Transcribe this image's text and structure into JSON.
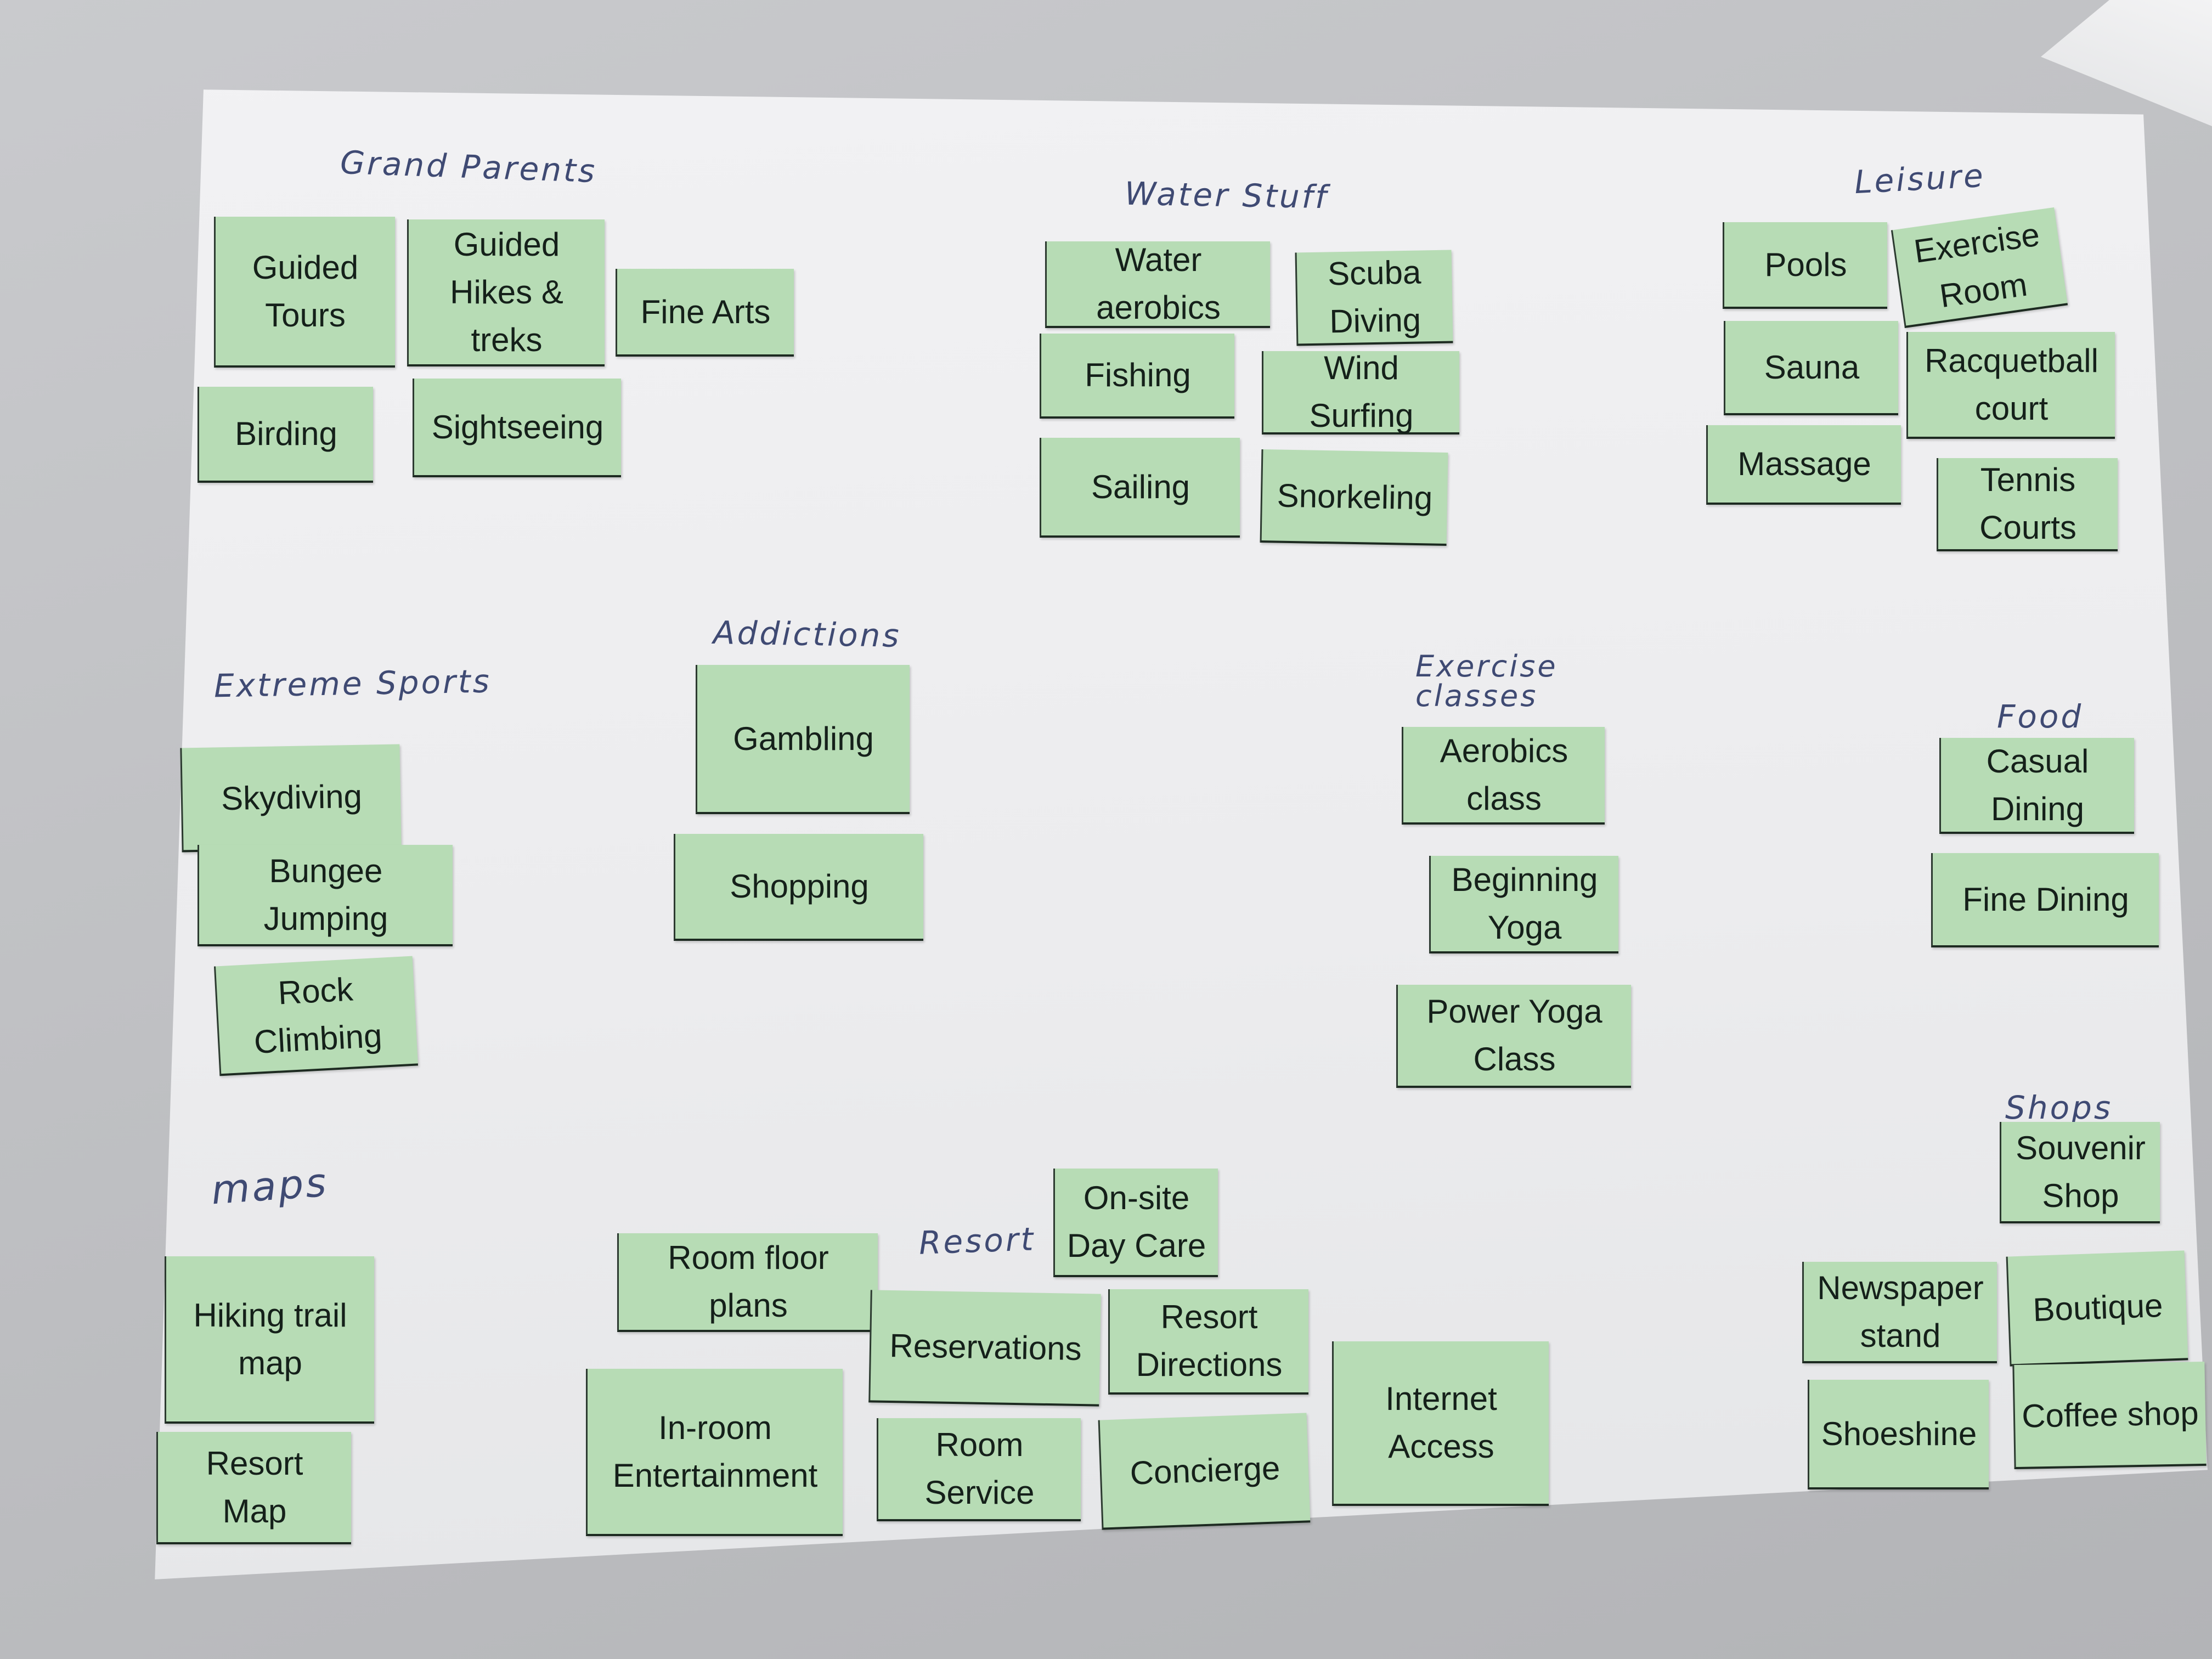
{
  "colors": {
    "card": "#b7dcb5",
    "paper": "#ededef",
    "ink": "#3f4a73"
  },
  "groups": {
    "grandparents": {
      "heading": "Grand Parents",
      "cards": [
        "Guided\nTours",
        "Guided\nHikes &\ntreks",
        "Fine Arts",
        "Birding",
        "Sightseeing"
      ]
    },
    "water": {
      "heading": "Water Stuff",
      "cards": [
        "Water\naerobics",
        "Scuba\nDiving",
        "Fishing",
        "Wind\nSurfing",
        "Sailing",
        "Snorkeling"
      ]
    },
    "leisure": {
      "heading": "Leisure",
      "cards": [
        "Pools",
        "Exercise\nRoom",
        "Sauna",
        "Racquetball\ncourt",
        "Massage",
        "Tennis\nCourts"
      ]
    },
    "extreme": {
      "heading": "Extreme Sports",
      "cards": [
        "Skydiving",
        "Bungee\nJumping",
        "Rock\nClimbing"
      ]
    },
    "addictions": {
      "heading": "Addictions",
      "cards": [
        "Gambling",
        "Shopping"
      ]
    },
    "exercise": {
      "heading": "Exercise\nclasses",
      "cards": [
        "Aerobics\nclass",
        "Beginning\nYoga",
        "Power Yoga\nClass"
      ]
    },
    "food": {
      "heading": "Food",
      "cards": [
        "Casual\nDining",
        "Fine Dining"
      ]
    },
    "maps": {
      "heading": "maps",
      "cards": [
        "Hiking trail\nmap",
        "Resort\nMap"
      ]
    },
    "resort": {
      "heading": "Resort",
      "cards": [
        "Room floor\nplans",
        "On-site\nDay Care",
        "Reservations",
        "Resort\nDirections",
        "In-room\nEntertainment",
        "Room\nService",
        "Concierge",
        "Internet\nAccess"
      ]
    },
    "shops": {
      "heading": "Shops",
      "cards": [
        "Souvenir\nShop",
        "Newspaper\nstand",
        "Boutique",
        "Shoeshine",
        "Coffee shop"
      ]
    }
  }
}
